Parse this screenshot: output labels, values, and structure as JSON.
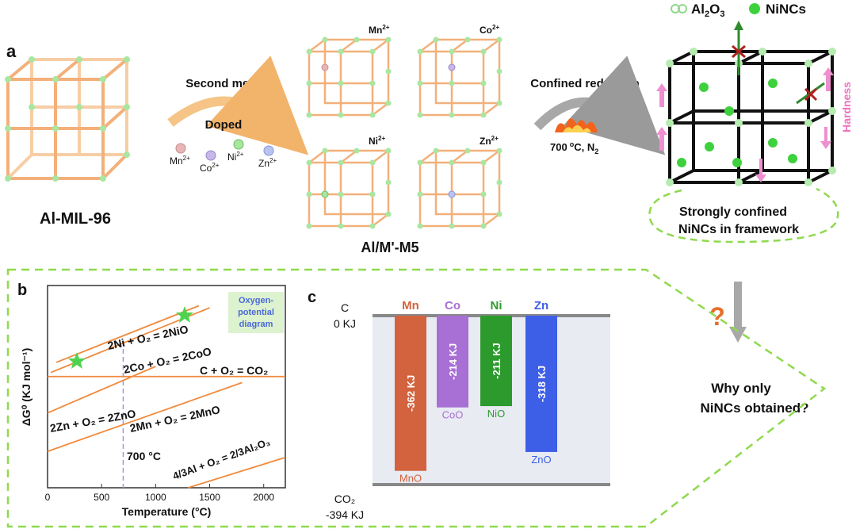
{
  "panel_a": {
    "label": "a",
    "mof_label": "Al-MIL-96",
    "arrow1_top": "Second metal",
    "arrow1_bottom": "Doped",
    "ions": [
      "Mn",
      "Co",
      "Ni",
      "Zn"
    ],
    "ion_charge": "2+",
    "product_label": "Al/M'-M5",
    "arrow2_top": "Confined reduction",
    "conditions": {
      "temp": "700",
      "deg": "o",
      "unit": "C, N",
      "sub": "2"
    },
    "legend": {
      "al2o3_prefix": "Al",
      "al2o3_sub1": "2",
      "al2o3_mid": "O",
      "al2o3_sub2": "3",
      "ninc": "NiNCs"
    },
    "hardness": "Hardness",
    "caption_line1": "Strongly confined",
    "caption_line2": "NiNCs in framework",
    "question_mark": "?",
    "question_line1": "Why only",
    "question_line2": "NiNCs obtained?"
  },
  "panel_b": {
    "label": "b",
    "box_title": [
      "Oxygen-",
      "potential",
      "diagram"
    ],
    "temp_label": "700 °C",
    "colors": {
      "line": "#f08a3c",
      "dash": "#9999dd",
      "box": "#ddf2cf"
    },
    "chart_data": {
      "type": "line",
      "title": "",
      "xlabel": "Temperature (°C)",
      "ylabel": "ΔG⁰ (KJ mol⁻¹)",
      "xlim": [
        0,
        2200
      ],
      "xticks": [
        "0",
        "500",
        "1000",
        "1500",
        "2000"
      ],
      "series": [
        {
          "label": "2Ni + O₂ = 2NiO",
          "x": [
            80,
            1400
          ],
          "y_rel": [
            0.62,
            0.9
          ]
        },
        {
          "label": "2Co + O₂ = 2CoO",
          "x": [
            30,
            1500
          ],
          "y_rel": [
            0.57,
            0.89
          ]
        },
        {
          "label": "C + O₂ = CO₂",
          "x": [
            0,
            2200
          ],
          "y_rel": [
            0.55,
            0.55
          ]
        },
        {
          "label": "2Zn + O₂ = 2ZnO",
          "x": [
            0,
            1000
          ],
          "y_rel": [
            0.37,
            0.6
          ]
        },
        {
          "label": "2Mn + O₂ = 2MnO",
          "x": [
            0,
            1800
          ],
          "y_rel": [
            0.18,
            0.52
          ]
        },
        {
          "label": "4/3Al + O₂ = 2/3Al₂O₃",
          "x": [
            1300,
            2200
          ],
          "y_rel": [
            0.0,
            0.15
          ]
        }
      ],
      "vline_x": 700
    }
  },
  "panel_c": {
    "label": "c",
    "top_label": [
      "C",
      "0 KJ"
    ],
    "bottom_label": [
      "CO₂",
      "-394 KJ"
    ],
    "chart_data": {
      "type": "bar",
      "categories": [
        "Mn",
        "Co",
        "Ni",
        "Zn"
      ],
      "values": [
        -362,
        -214,
        -211,
        -318
      ],
      "value_labels": [
        "-362 KJ",
        "-214 KJ",
        "-211 KJ",
        "-318 KJ"
      ],
      "oxides": [
        "MnO",
        "CoO",
        "NiO",
        "ZnO"
      ],
      "colors": [
        "#d2633e",
        "#a86fd4",
        "#2d9a2d",
        "#3d5ee6"
      ],
      "ylim": [
        -394,
        0
      ]
    }
  }
}
